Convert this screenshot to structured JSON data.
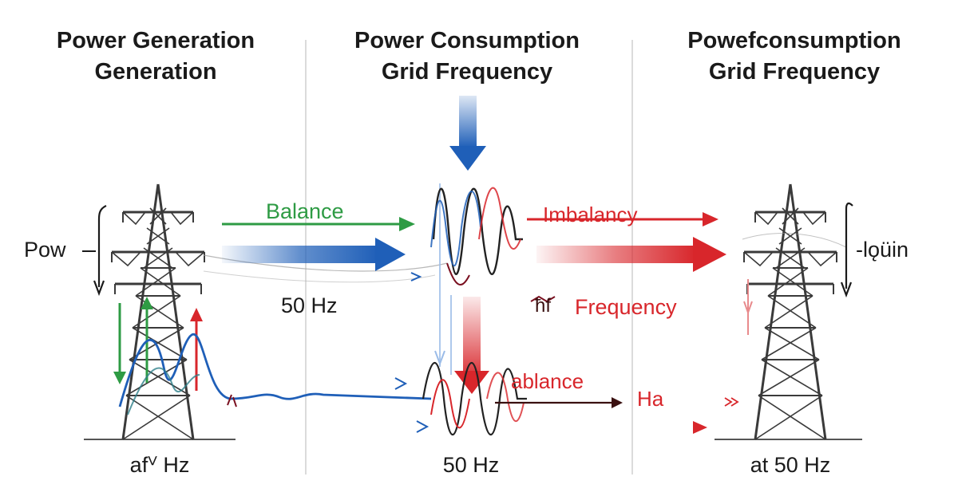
{
  "columns": {
    "left": {
      "title_line1": "Power Generation",
      "title_line2": "Generation",
      "side_label": "Pow",
      "footer": "afⱽ Hz"
    },
    "center": {
      "title_line1": "Power Consumption",
      "title_line2": "Grid Frequency",
      "footer": "50 Hz"
    },
    "right": {
      "title_line1": "Powefconsumption",
      "title_line2": "Grid Frequency",
      "side_label": "-lǫüin",
      "footer": "at 50 Hz"
    }
  },
  "flow_labels": {
    "balance": "Balance",
    "freq_50": "50 Hz",
    "imbalance": "Imbalancy",
    "frequency_prefix": "ħf",
    "frequency": "Frequency",
    "balance_lower": "ablance",
    "hz_fragment": "Ha"
  },
  "colors": {
    "balance": "#2e9b44",
    "power_flow": "#1f5fb8",
    "imbalance": "#d8262b",
    "tower": "#3a3a3a"
  },
  "icons": [
    "power-tower-icon",
    "down-arrow-icon",
    "arrow-icon",
    "sine-wave-icon"
  ]
}
